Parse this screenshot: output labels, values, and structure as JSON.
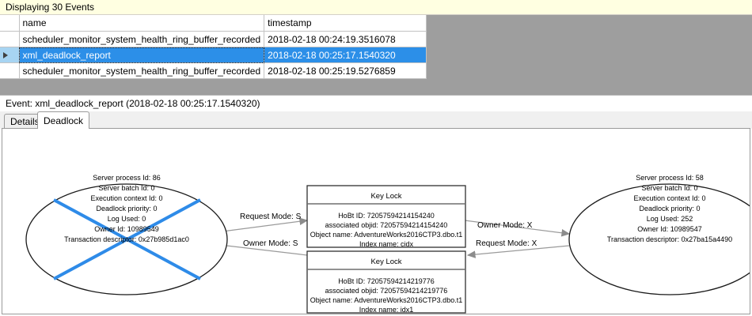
{
  "banner": {
    "text": "Displaying 30 Events"
  },
  "grid": {
    "columns": [
      "",
      "name",
      "timestamp"
    ],
    "row_marker_icon": "play-triangle-icon",
    "rows": [
      {
        "selected": false,
        "name": "scheduler_monitor_system_health_ring_buffer_recorded",
        "timestamp": "2018-02-18 00:24:19.3516078"
      },
      {
        "selected": true,
        "name": "xml_deadlock_report",
        "timestamp": "2018-02-18 00:25:17.1540320"
      },
      {
        "selected": false,
        "name": "scheduler_monitor_system_health_ring_buffer_recorded",
        "timestamp": "2018-02-18 00:25:19.5276859"
      }
    ]
  },
  "event_header": {
    "text": "Event: xml_deadlock_report (2018-02-18 00:25:17.1540320)"
  },
  "tabs": [
    {
      "id": "details",
      "label": "Details",
      "active": false
    },
    {
      "id": "deadlock",
      "label": "Deadlock",
      "active": true
    }
  ],
  "deadlock": {
    "victim_process": {
      "lines": [
        "Server process Id: 86",
        "Server batch Id: 0",
        "Execution context Id: 0",
        "Deadlock priority: 0",
        "Log Used: 0",
        "Owner Id: 10989549",
        "Transaction descriptor: 0x27b985d1ac0"
      ],
      "is_victim": true,
      "cross_color": "#2E8BE8"
    },
    "surviving_process": {
      "lines": [
        "Server process Id: 58",
        "Server batch Id: 0",
        "Execution context Id: 0",
        "Deadlock priority: 0",
        "Log Used: 252",
        "Owner Id: 10989547",
        "Transaction descriptor: 0x27ba15a4490"
      ],
      "is_victim": false
    },
    "resources": [
      {
        "title": "Key Lock",
        "lines": [
          "HoBt ID: 72057594214154240",
          "associated objid: 72057594214154240",
          "Object name: AdventureWorks2016CTP3.dbo.t1",
          "Index name: cidx"
        ]
      },
      {
        "title": "Key Lock",
        "lines": [
          "HoBt ID: 72057594214219776",
          "associated objid: 72057594214219776",
          "Object name: AdventureWorks2016CTP3.dbo.t1",
          "Index name: idx1"
        ]
      }
    ],
    "edges": [
      {
        "id": "edge-request-s",
        "label": "Request Mode: S"
      },
      {
        "id": "edge-owner-x",
        "label": "Owner Mode: X"
      },
      {
        "id": "edge-owner-s",
        "label": "Owner Mode: S"
      },
      {
        "id": "edge-request-x",
        "label": "Request Mode: X"
      }
    ]
  }
}
